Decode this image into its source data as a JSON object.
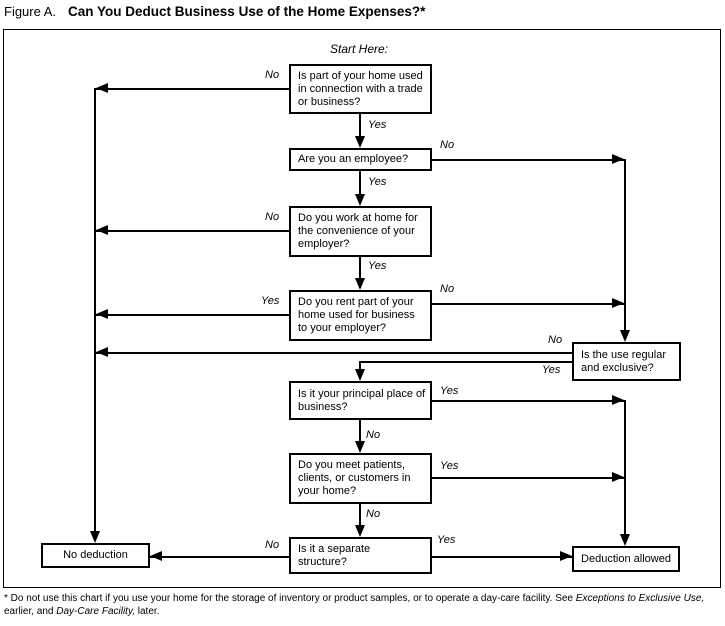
{
  "figure": {
    "label": "Figure A.",
    "title": "Can You Deduct Business Use of the Home Expenses?*"
  },
  "flowchart": {
    "start_label": "Start Here:",
    "yes": "Yes",
    "no": "No",
    "colors": {
      "line": "#000000",
      "background": "#ffffff"
    },
    "nodes": [
      {
        "id": "q1",
        "text": "Is part of your home used in connection with a trade or business?"
      },
      {
        "id": "q2",
        "text": "Are you an employee?"
      },
      {
        "id": "q3",
        "text": "Do you work at home for the convenience of your employer?"
      },
      {
        "id": "q4",
        "text": "Do you rent part of your home used for business to your employer?"
      },
      {
        "id": "q5",
        "text": "Is the use regular and exclusive?"
      },
      {
        "id": "q6",
        "text": "Is it your principal place of business?"
      },
      {
        "id": "q7",
        "text": "Do you meet patients, clients, or customers in your home?"
      },
      {
        "id": "q8",
        "text": "Is it a separate structure?"
      },
      {
        "id": "no_deduction",
        "text": "No deduction"
      },
      {
        "id": "deduction_allowed",
        "text": "Deduction allowed"
      }
    ],
    "edges": [
      {
        "from": "q1",
        "label": "No",
        "to": "no_deduction"
      },
      {
        "from": "q1",
        "label": "Yes",
        "to": "q2"
      },
      {
        "from": "q2",
        "label": "No",
        "to": "q5"
      },
      {
        "from": "q2",
        "label": "Yes",
        "to": "q3"
      },
      {
        "from": "q3",
        "label": "No",
        "to": "no_deduction"
      },
      {
        "from": "q3",
        "label": "Yes",
        "to": "q4"
      },
      {
        "from": "q4",
        "label": "Yes",
        "to": "no_deduction"
      },
      {
        "from": "q4",
        "label": "No",
        "to": "q5"
      },
      {
        "from": "q5",
        "label": "No",
        "to": "no_deduction"
      },
      {
        "from": "q5",
        "label": "Yes",
        "to": "q6"
      },
      {
        "from": "q6",
        "label": "Yes",
        "to": "deduction_allowed"
      },
      {
        "from": "q6",
        "label": "No",
        "to": "q7"
      },
      {
        "from": "q7",
        "label": "Yes",
        "to": "deduction_allowed"
      },
      {
        "from": "q7",
        "label": "No",
        "to": "q8"
      },
      {
        "from": "q8",
        "label": "No",
        "to": "no_deduction"
      },
      {
        "from": "q8",
        "label": "Yes",
        "to": "deduction_allowed"
      }
    ]
  },
  "footnote": {
    "part1": "* Do not use this chart if you use your home for the storage of inventory or product samples, or to operate a day-care facility. See ",
    "italic1": "Exceptions to Exclusive Use,",
    "part2": " earlier, and ",
    "italic2": "Day-Care Facility,",
    "part3": " later."
  }
}
